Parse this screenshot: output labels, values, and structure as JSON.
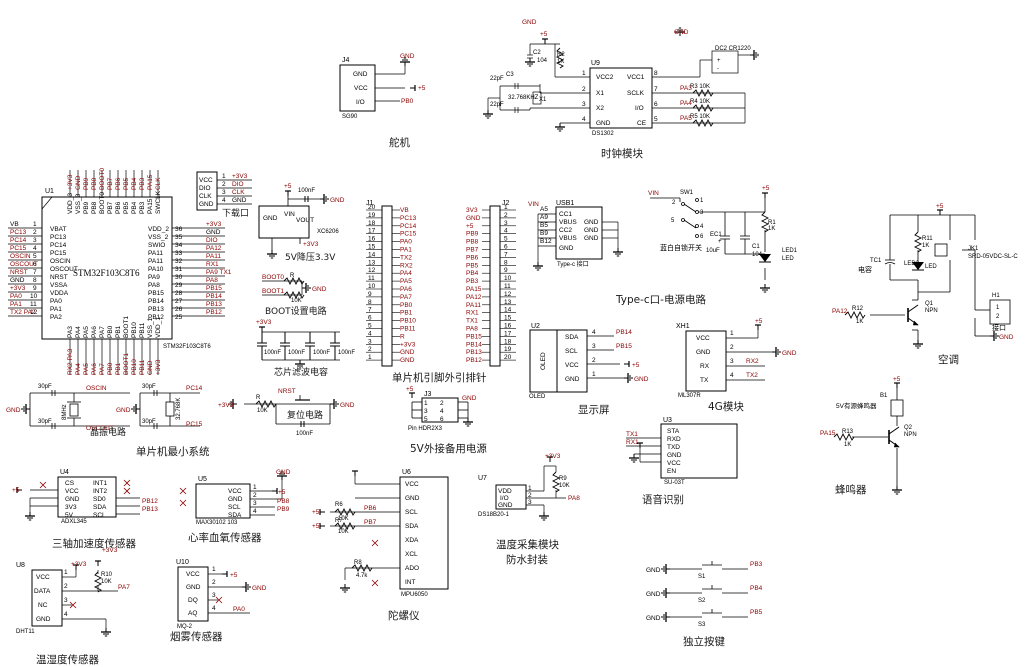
{
  "sections": {
    "servo": "舵机",
    "clock": "时钟模块",
    "mcu_min": "单片机最小系统",
    "download": "下载口",
    "ldo": "5V降压3.3V",
    "boot": "BOOT设置电路",
    "filter": "芯片滤波电容",
    "crystal": "晶振电路",
    "reset": "复位电路",
    "pinout": "单片机引脚外引排针",
    "power5v": "5V外接备用电源",
    "typec": "Type-c口-电源电路",
    "oled": "显示屏",
    "g4": "4G模块",
    "ac": "空调",
    "voice": "语音识别",
    "buzzer": "蜂鸣器",
    "accel": "三轴加速度传感器",
    "heart": "心率血氧传感器",
    "gyro": "陀螺仪",
    "temp_probe": "温度采集模块",
    "waterproof": "防水封装",
    "keys": "独立按键",
    "dht": "温湿度传感器",
    "smoke": "烟雾传感器"
  },
  "components": {
    "u1": {
      "ref": "U1",
      "name": "STM32F103C8T6",
      "sub": "STM32F103C8T6"
    },
    "j4": {
      "ref": "J4",
      "part": "SG90",
      "pins": [
        "GND",
        "VCC",
        "I/O"
      ],
      "nets": [
        "GND",
        "+5",
        "PB0"
      ]
    },
    "u9": {
      "ref": "U9",
      "part": "DS1302",
      "left_pins": [
        "VCC2",
        "X1",
        "X2",
        "GND"
      ],
      "right_pins": [
        "VCC1",
        "SCLK",
        "I/O",
        "CE"
      ],
      "nets": [
        "PA3",
        "PA4",
        "PA5"
      ],
      "res": [
        "R3 10K",
        "R4 10K",
        "R5 10K"
      ],
      "bat": "DC2 CR1220"
    },
    "c2": {
      "ref": "C2",
      "val": "104"
    },
    "r2": {
      "ref": "R2",
      "val": "1K"
    },
    "c3": {
      "ref": "C3",
      "val": "22pF"
    },
    "x1": {
      "ref": "X1",
      "val": "32.768KHz"
    },
    "c3b": {
      "val": "22pF"
    },
    "dl": {
      "ref": "下载口",
      "pins": [
        "VCC",
        "DIO",
        "CLK",
        "GND"
      ],
      "nets": [
        "+3V3",
        "DIO",
        "CLK",
        "GND"
      ]
    },
    "xc": {
      "ref": "XC6206",
      "pins": [
        "GND",
        "VIN",
        "VOUT"
      ],
      "cap": "100nF"
    },
    "j1": {
      "ref": "J1",
      "nets": [
        "VB",
        "PC13",
        "PC14",
        "PC15",
        "PA0",
        "PA1",
        "TX2",
        "RX2",
        "PA4",
        "PA5",
        "PA6",
        "PA7",
        "PB0",
        "PB1",
        "PB10",
        "PB11",
        "R",
        "+3V3",
        "GND",
        "GND"
      ]
    },
    "j2": {
      "ref": "J2",
      "nets": [
        "3V3",
        "GND",
        "+5",
        "PB9",
        "PB8",
        "PB7",
        "PB6",
        "PB5",
        "PB4",
        "PB3",
        "PA15",
        "PA12",
        "PA11",
        "RX1",
        "TX1",
        "PA8",
        "PB15",
        "PB14",
        "PB13",
        "PB12"
      ]
    },
    "j3": {
      "ref": "J3",
      "part": "Pin HDR2X3"
    },
    "usb": {
      "ref": "USB1",
      "part": "Type-c 接口",
      "pins": [
        "CC1",
        "VBUS",
        "CC2",
        "VBUS",
        "GND",
        "GND",
        "GND",
        "GND"
      ]
    },
    "sw1": {
      "ref": "SW1",
      "label": "蓝白自锁开关"
    },
    "ec1": {
      "ref": "EC1",
      "val": "10uF"
    },
    "c1": {
      "ref": "C1",
      "val": "104"
    },
    "led1": {
      "ref": "LED1",
      "label": "LED"
    },
    "r1": {
      "ref": "R1",
      "val": "1K"
    },
    "oled": {
      "ref": "U2",
      "part": "OLED",
      "pins": [
        "SDA",
        "SCL",
        "VCC",
        "GND"
      ],
      "nets": [
        "PB14",
        "PB15",
        "+5",
        "GND"
      ]
    },
    "xh": {
      "ref": "XH1",
      "part": "ML307R",
      "pins": [
        "VCC",
        "GND",
        "RX",
        "TX"
      ],
      "nets": [
        "+5",
        "GND",
        "RX2",
        "TX2"
      ]
    },
    "relay": {
      "ref": "JK1",
      "part": "SRD-05VDC-SL-C",
      "tc": "TC1",
      "tc_label": "电容",
      "led": "LED",
      "q": "Q1 NPN",
      "r12": "R12 1K",
      "r11": "R11 1K",
      "h1": "H1",
      "h1_label": "接口",
      "net": "PA12"
    },
    "u3": {
      "ref": "U3",
      "part": "SU-03T",
      "pins": [
        "STA",
        "RXD",
        "TXD",
        "GND",
        "VCC",
        "EN"
      ],
      "nets": [
        "TX1",
        "RX1"
      ]
    },
    "buz": {
      "ref": "B1",
      "label": "5V有源蜂鸣器",
      "q": "Q2 NPN",
      "r": "R13 1K",
      "net": "PA15"
    },
    "u4": {
      "ref": "U4",
      "part": "ADXL345",
      "pins": [
        "CS",
        "VCC",
        "GND",
        "3V3",
        "5V"
      ],
      "pins_r": [
        "INT1",
        "INT2",
        "SD0",
        "SDA",
        "SCL"
      ],
      "nets": [
        "PB12",
        "PB13"
      ]
    },
    "u5": {
      "ref": "U5",
      "part": "MAX30102 103",
      "pins": [
        "VCC",
        "GND",
        "SCL",
        "SDA"
      ],
      "nets": [
        "PB8",
        "PB9"
      ]
    },
    "u6": {
      "ref": "U6",
      "part": "MPU6050",
      "pins": [
        "VCC",
        "GND",
        "SCL",
        "SDA",
        "XDA",
        "XCL",
        "ADO",
        "INT"
      ],
      "nets": [
        "PB6",
        "PB7"
      ],
      "res": [
        "R6 10K",
        "R7 10K",
        "R8 4.7k"
      ]
    },
    "u7": {
      "ref": "U7",
      "part": "DS18B20-1",
      "pins": [
        "VDD",
        "I/O",
        "GND"
      ],
      "net": "PA8",
      "res": "R9 10K"
    },
    "keys": {
      "items": [
        {
          "ref": "S1",
          "net": "PB3"
        },
        {
          "ref": "S2",
          "net": "PB4"
        },
        {
          "ref": "S3",
          "net": "PB5"
        }
      ]
    },
    "u8": {
      "ref": "U8",
      "part": "DHT11",
      "pins": [
        "VCC",
        "DATA",
        "NC",
        "GND"
      ],
      "net": "PA7",
      "res": "R10 10K"
    },
    "u10": {
      "ref": "U10",
      "part": "MQ-2",
      "pins": [
        "VCC",
        "GND",
        "DQ",
        "AQ"
      ],
      "net": "PA0"
    },
    "crystal": {
      "x2": "8MHz",
      "y": "32.768K",
      "c": "30pF",
      "nets": [
        "OSCIN",
        "OSCOUT",
        "PC14",
        "PC15"
      ]
    },
    "reset": {
      "ref": "NRST",
      "r": "R 10K",
      "c": "100nF"
    },
    "boot": {
      "nets": [
        "BOOT0",
        "BOOT1"
      ],
      "r": "10K"
    }
  },
  "colors": {
    "wire": "#000000",
    "net": "#8b0000",
    "gnd": "#000000",
    "led": "#000000"
  }
}
